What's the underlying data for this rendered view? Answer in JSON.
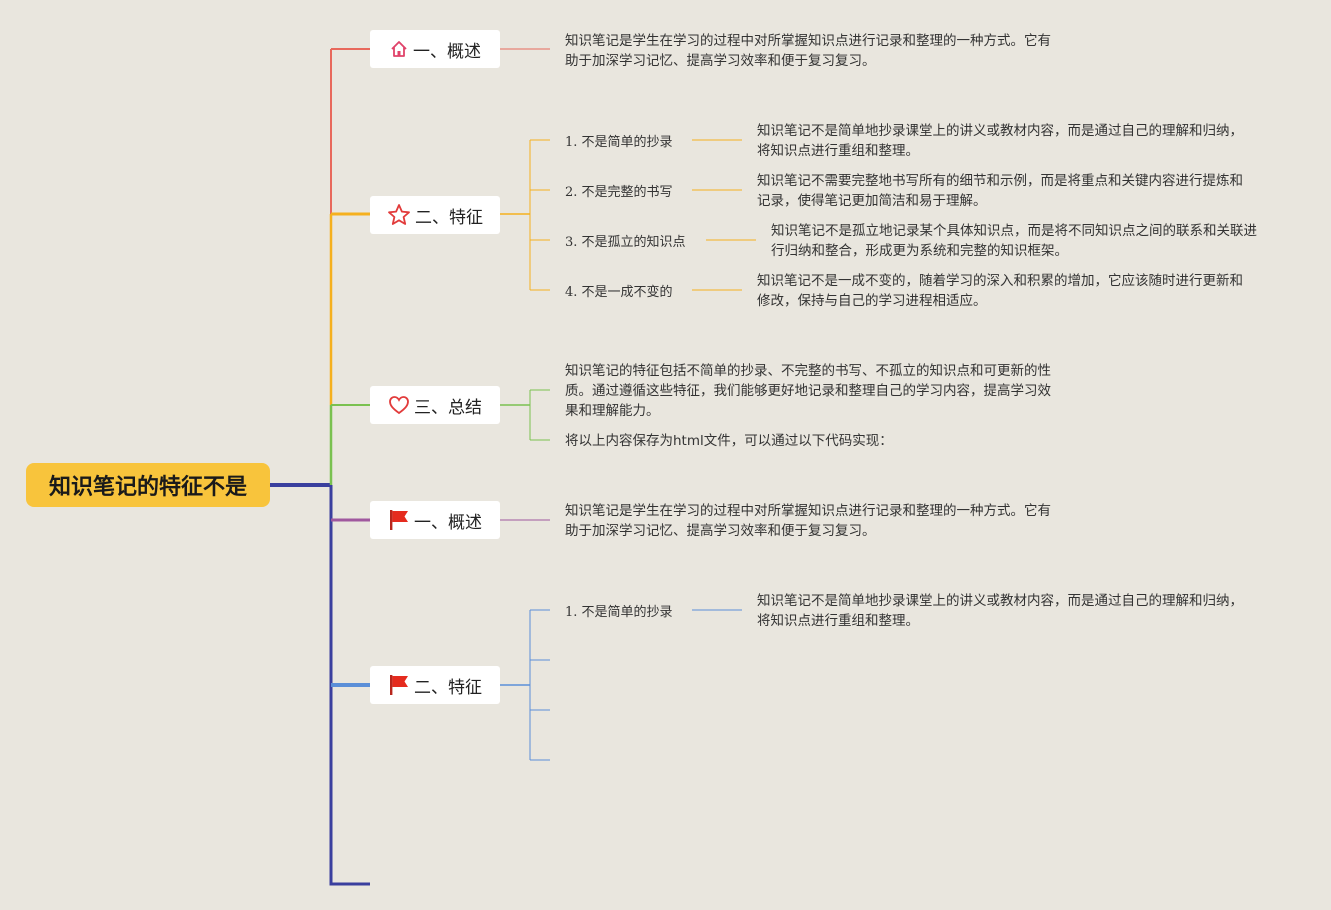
{
  "root": {
    "title": "知识笔记的特征不是"
  },
  "topics": [
    {
      "label": "一、概述",
      "icon": "home-icon",
      "color": "#e8695c"
    },
    {
      "label": "二、特征",
      "icon": "star-icon",
      "color": "#f5b01e"
    },
    {
      "label": "三、总结",
      "icon": "heart-icon",
      "color": "#7ac150"
    },
    {
      "label": "一、概述",
      "icon": "flag-icon",
      "color": "#a0589e"
    },
    {
      "label": "二、特征",
      "icon": "flag-icon",
      "color": "#5b8fd8"
    }
  ],
  "overview1": {
    "text": "知识笔记是学生在学习的过程中对所掌握知识点进行记录和整理的一种方式。它有助于加深学习记忆、提高学习效率和便于复习复习。"
  },
  "features1": [
    {
      "label": "1. 不是简单的抄录",
      "detail": "知识笔记不是简单地抄录课堂上的讲义或教材内容，而是通过自己的理解和归纳，将知识点进行重组和整理。"
    },
    {
      "label": "2. 不是完整的书写",
      "detail": "知识笔记不需要完整地书写所有的细节和示例，而是将重点和关键内容进行提炼和记录，使得笔记更加简洁和易于理解。"
    },
    {
      "label": "3. 不是孤立的知识点",
      "detail": "知识笔记不是孤立地记录某个具体知识点，而是将不同知识点之间的联系和关联进行归纳和整合，形成更为系统和完整的知识框架。"
    },
    {
      "label": "4. 不是一成不变的",
      "detail": "知识笔记不是一成不变的，随着学习的深入和积累的增加，它应该随时进行更新和修改，保持与自己的学习进程相适应。"
    }
  ],
  "summary": {
    "text": "知识笔记的特征包括不简单的抄录、不完整的书写、不孤立的知识点和可更新的性质。通过遵循这些特征，我们能够更好地记录和整理自己的学习内容，提高学习效果和理解能力。",
    "note": "将以上内容保存为html文件，可以通过以下代码实现："
  },
  "overview2": {
    "text": "知识笔记是学生在学习的过程中对所掌握知识点进行记录和整理的一种方式。它有助于加深学习记忆、提高学习效率和便于复习复习。"
  },
  "features2": [
    {
      "label": "1. 不是简单的抄录",
      "detail": "知识笔记不是简单地抄录课堂上的讲义或教材内容，而是通过自己的理解和归纳，将知识点进行重组和整理。"
    }
  ],
  "colors": {
    "background": "#e9e6de",
    "root": "#f8c43c",
    "trunk": "#3a3f9e"
  }
}
